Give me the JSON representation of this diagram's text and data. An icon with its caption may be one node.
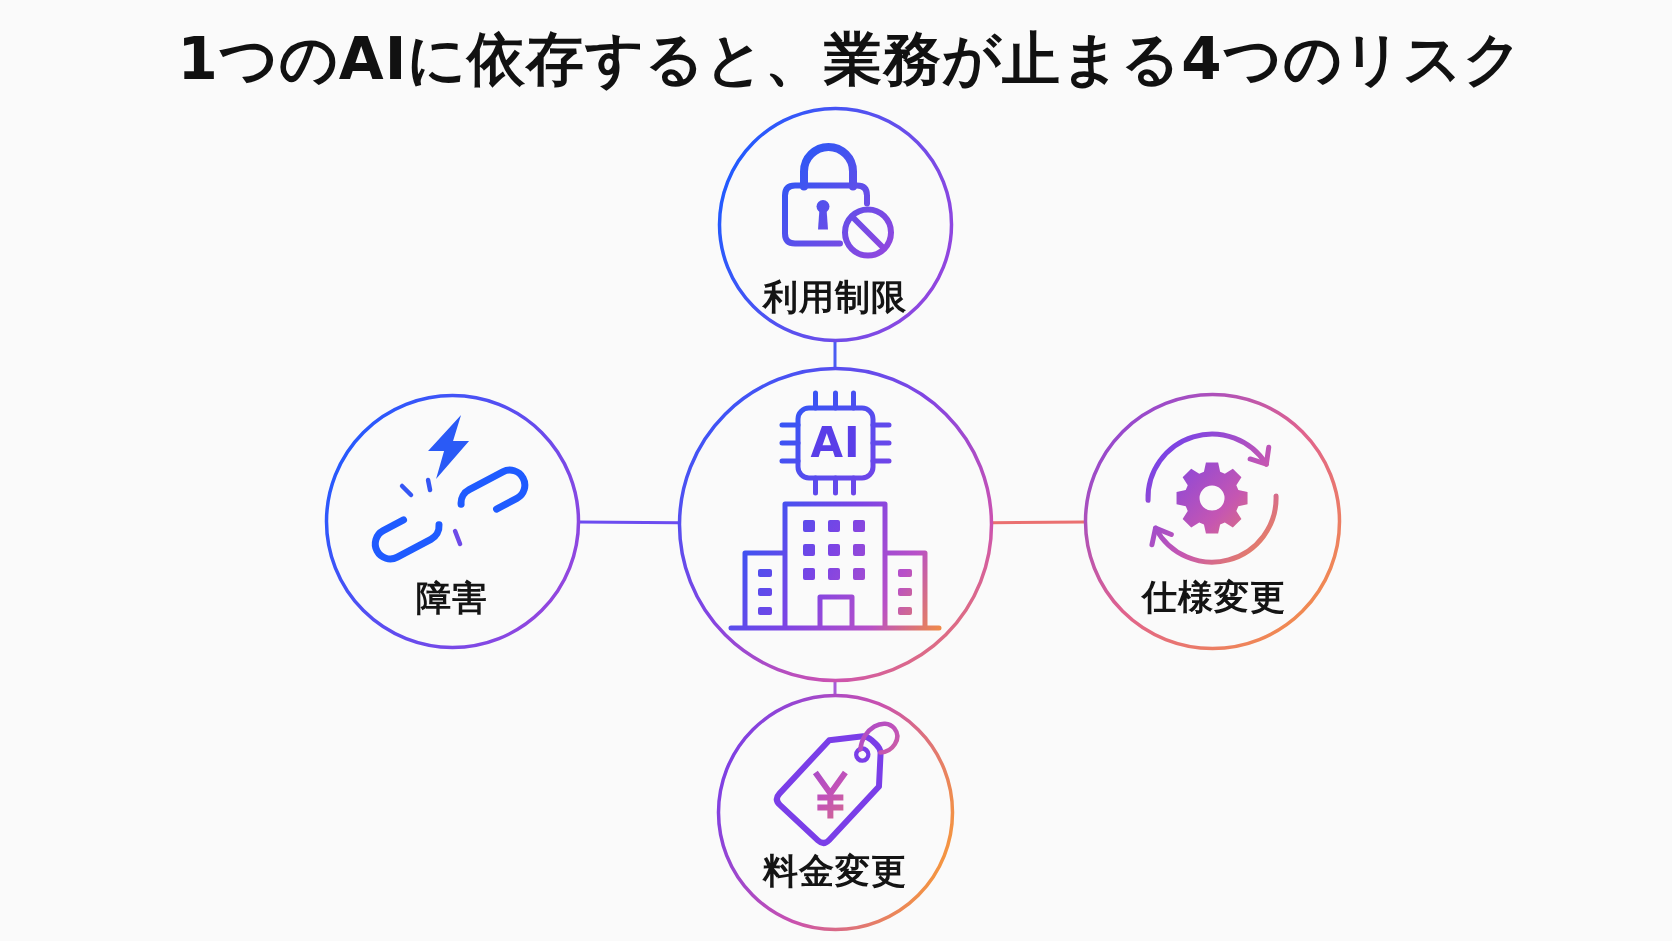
{
  "diagram": {
    "title": "1つのAIに依存すると、業務が止まる4つのリスク",
    "nodes": [
      {
        "text": [
          "利用制限"
        ]
      },
      {
        "text": [
          "障害"
        ]
      },
      {
        "text": [
          "AI"
        ]
      },
      {
        "text": [
          "仕様変更"
        ]
      },
      {
        "text": [
          "料金変更"
        ]
      }
    ],
    "edges": [
      {
        "from": 2,
        "to": 0,
        "arrow": "none",
        "color": "#4a5cf3"
      },
      {
        "from": 2,
        "to": 1,
        "arrow": "none",
        "color": "#6c4cf0"
      },
      {
        "from": 2,
        "to": 3,
        "arrow": "none",
        "color": "#ea7070"
      },
      {
        "from": 2,
        "to": 4,
        "arrow": "none",
        "color": "#a75ad8"
      }
    ]
  }
}
